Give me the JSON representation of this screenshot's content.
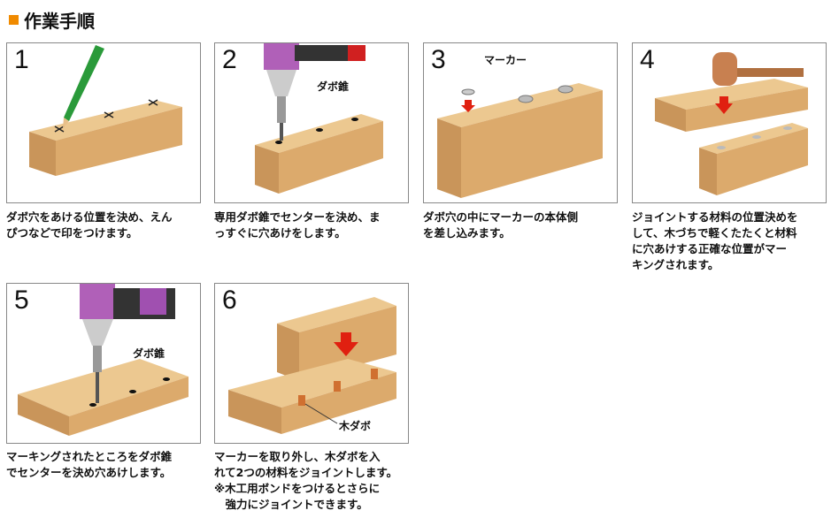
{
  "title": "作業手順",
  "accent": "#f08a00",
  "steps": [
    {
      "num": "1",
      "caption": [
        "ダボ穴をあける位置を決め、えん",
        "ぴつなどで印をつけます。"
      ]
    },
    {
      "num": "2",
      "label": "ダボ錐",
      "caption": [
        "専用ダボ錐でセンターを決め、ま",
        "っすぐに穴あけをします。"
      ]
    },
    {
      "num": "3",
      "label": "マーカー",
      "caption": [
        "ダボ穴の中にマーカーの本体側",
        "を差し込みます。"
      ]
    },
    {
      "num": "4",
      "caption": [
        "ジョイントする材料の位置決めを",
        "して、木づちで軽くたたくと材料",
        "に穴あけする正確な位置がマー",
        "キングされます。"
      ]
    },
    {
      "num": "5",
      "label": "ダボ錐",
      "caption": [
        "マーキングされたところをダボ錐",
        "でセンターを決め穴あけします。"
      ]
    },
    {
      "num": "6",
      "label": "木ダボ",
      "caption": [
        "マーカーを取り外し、木ダボを入",
        "れて2つの材料をジョイントします。",
        "※木工用ボンドをつけるとさらに",
        "　強力にジョイントできます。"
      ]
    }
  ]
}
